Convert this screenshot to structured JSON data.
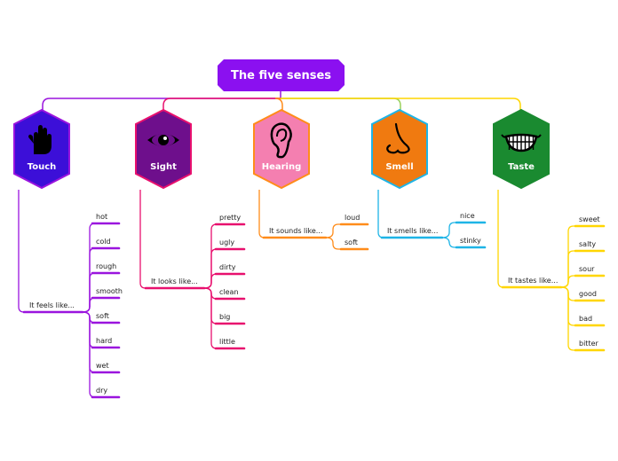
{
  "title": "The five senses",
  "colors": {
    "root": "#8b10f0",
    "touch": "#9a14de",
    "sight": "#e8106e",
    "hearing": "#ff8c1a",
    "smell": "#1eb4e6",
    "taste": "#ffd600"
  },
  "senses": [
    {
      "name": "Touch",
      "icon": "hand-icon",
      "fill": "#3c0fd8",
      "connector": "It feels like...",
      "items": [
        "hot",
        "cold",
        "rough",
        "smooth",
        "soft",
        "hard",
        "wet",
        "dry"
      ]
    },
    {
      "name": "Sight",
      "icon": "eye-icon",
      "fill": "#6e0f8c",
      "connector": "It looks like...",
      "items": [
        "pretty",
        "ugly",
        "dirty",
        "clean",
        "big",
        "little"
      ]
    },
    {
      "name": "Hearing",
      "icon": "ear-icon",
      "fill": "#f47fb0",
      "connector": "It sounds like...",
      "items": [
        "loud",
        "soft"
      ]
    },
    {
      "name": "Smell",
      "icon": "nose-icon",
      "fill": "#f07a10",
      "connector": "It smells like...",
      "items": [
        "nice",
        "stinky"
      ]
    },
    {
      "name": "Taste",
      "icon": "mouth-icon",
      "fill": "#1a8a30",
      "connector": "It tastes like...",
      "items": [
        "sweet",
        "salty",
        "sour",
        "good",
        "bad",
        "bitter"
      ]
    }
  ]
}
